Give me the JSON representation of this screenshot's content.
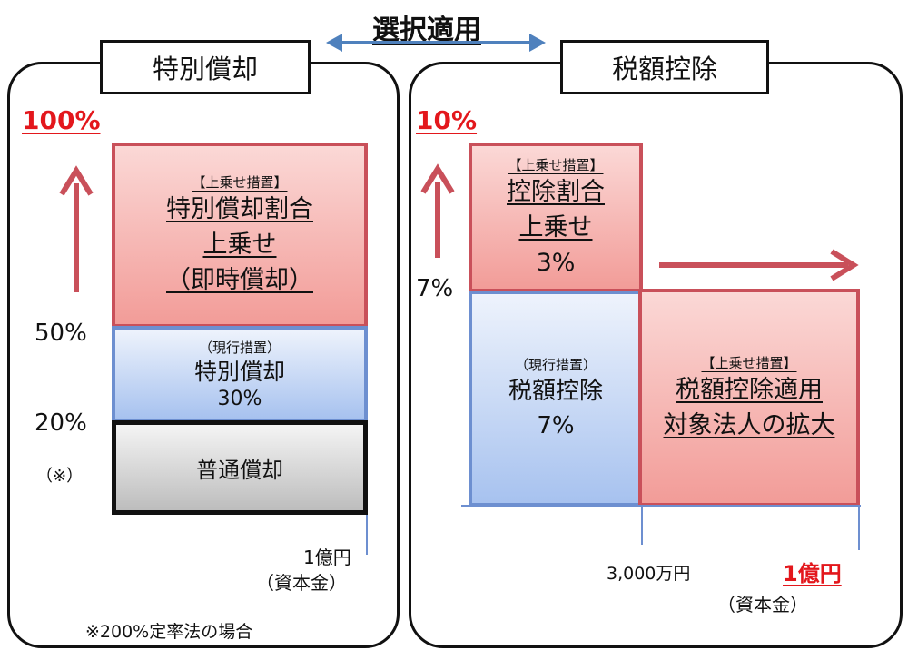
{
  "title": "選択適用",
  "left": {
    "tab": "特別償却",
    "top_pct": "100%",
    "mid_pct": "50%",
    "low_pct": "20%",
    "note_mark": "（※）",
    "upper_box": {
      "tag": "【上乗せ措置】",
      "line1": "特別償却割合",
      "line2": "上乗せ",
      "line3": "（即時償却）"
    },
    "middle_box": {
      "tag": "（現行措置）",
      "line1": "特別償却",
      "line2": "30%"
    },
    "bottom_box": {
      "line1": "普通償却"
    },
    "axis_value": "1億円",
    "axis_label": "（資本金）",
    "footnote": "※200%定率法の場合"
  },
  "right": {
    "tab": "税額控除",
    "top_pct": "10%",
    "mid_pct": "7%",
    "upper_box": {
      "tag": "【上乗せ措置】",
      "line1": "控除割合",
      "line2": "上乗せ",
      "line3": "3%"
    },
    "middle_box": {
      "tag": "（現行措置）",
      "line1": "税額控除",
      "line2": "7%"
    },
    "right_box": {
      "tag": "【上乗せ措置】",
      "line1": "税額控除適用",
      "line2": "対象法人の拡大"
    },
    "axis_value1": "3,000万円",
    "axis_value2": "1億円",
    "axis_label": "（資本金）"
  },
  "colors": {
    "accent_red": "#e3171c",
    "arrow_red": "#c9505a",
    "arrow_blue": "#4f81bd"
  }
}
